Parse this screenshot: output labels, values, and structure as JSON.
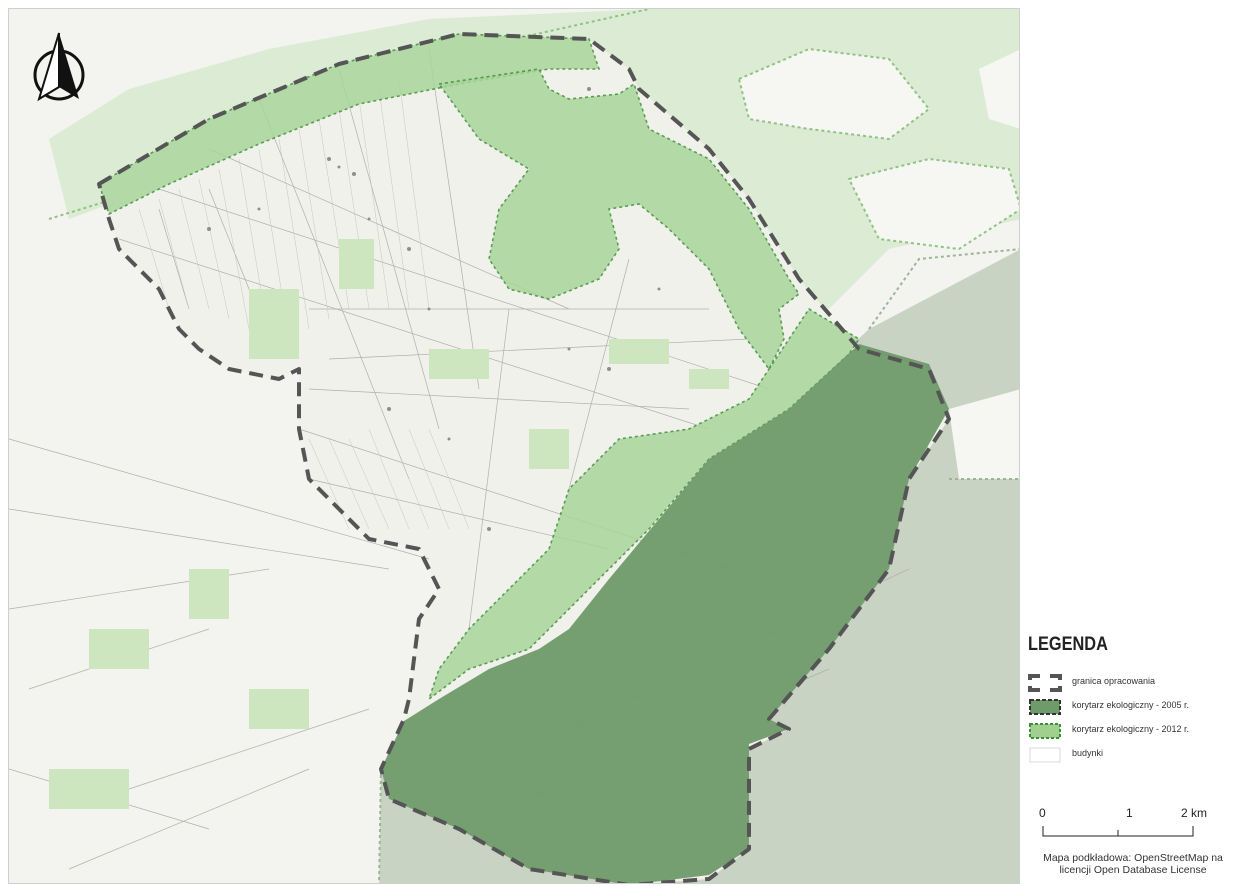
{
  "legend": {
    "title": "LEGENDA",
    "items": [
      {
        "label": "granica opracowania",
        "kind": "boundary",
        "color": "#555555"
      },
      {
        "label": "korytarz ekologiczny - 2005 r.",
        "kind": "corridor-2005",
        "color": "#6f9a6a"
      },
      {
        "label": "korytarz ekologiczny - 2012 r.",
        "kind": "corridor-2012",
        "color": "#9fd08e"
      },
      {
        "label": "budynki",
        "kind": "buildings",
        "color": "#ffffff"
      }
    ]
  },
  "scalebar": {
    "ticks": [
      "0",
      "1",
      "2 km"
    ]
  },
  "attribution": {
    "line1": "Mapa podkładowa: OpenStreetMap na",
    "line2": "licencji Open Database License"
  },
  "map": {
    "north_arrow_icon": "north-arrow-icon",
    "colors": {
      "background": "#f3f3ef",
      "corridor_2005_fill": "#6f9a6a",
      "corridor_2005_outer": "#b7c6b2",
      "corridor_2012_fill": "#a9d59a",
      "corridor_2012_border": "#3f8f3a",
      "study_boundary": "#555555",
      "roads": "#a8a8a8"
    }
  }
}
